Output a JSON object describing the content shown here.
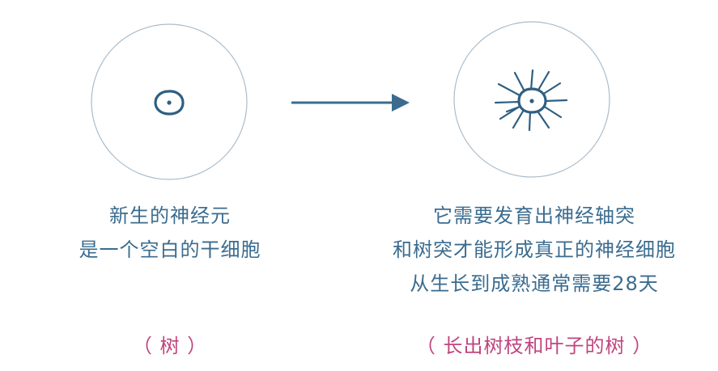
{
  "colors": {
    "text": "#3b6c8f",
    "note": "#c0457f",
    "circle": "#a9bccb",
    "cell": "#2f5f82"
  },
  "left": {
    "lines": [
      "新生的神经元",
      "是一个空白的干细胞"
    ],
    "note": "（ 树 ）"
  },
  "right": {
    "lines": [
      "它需要发育出神经轴突",
      "和树突才能形成真正的神经细胞",
      "从生长到成熟通常需要28天"
    ],
    "note": "（ 长出树枝和叶子的树 ）"
  }
}
